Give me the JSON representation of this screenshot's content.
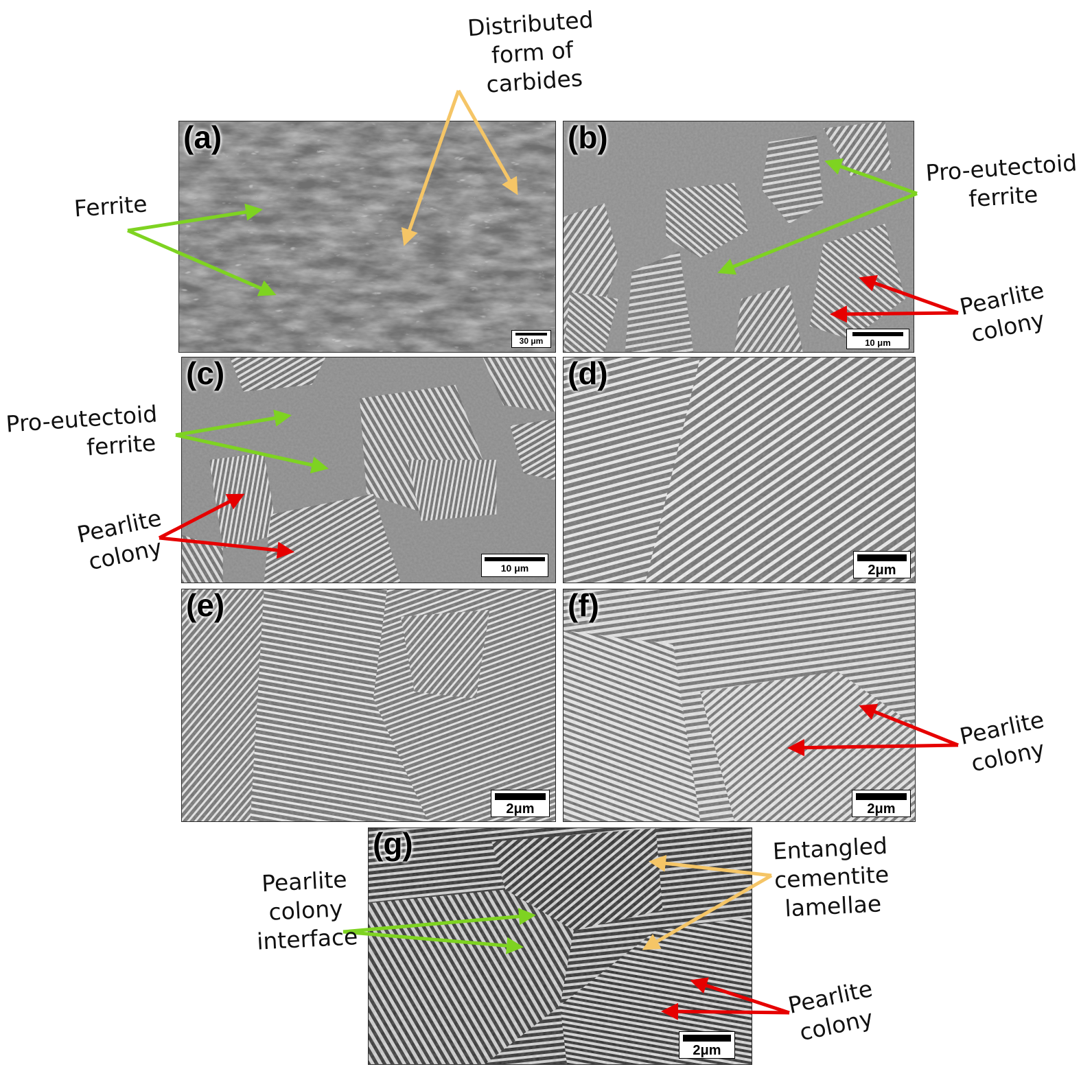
{
  "panels": {
    "a": {
      "label": "(a)",
      "scale": "30 μm"
    },
    "b": {
      "label": "(b)",
      "scale": "10 μm"
    },
    "c": {
      "label": "(c)",
      "scale": "10 μm"
    },
    "d": {
      "label": "(d)",
      "scale": "2μm"
    },
    "e": {
      "label": "(e)",
      "scale": "2μm"
    },
    "f": {
      "label": "(f)",
      "scale": "2μm"
    },
    "g": {
      "label": "(g)",
      "scale": "2μm"
    }
  },
  "annotations": {
    "carbides": {
      "line1": "Distributed",
      "line2": "form of",
      "line3": "carbides"
    },
    "ferrite_a": {
      "line1": "Ferrite"
    },
    "proeutectoid_b": {
      "line1": "Pro-eutectoid",
      "line2": "ferrite"
    },
    "pearlite_b": {
      "line1": "Pearlite",
      "line2": "colony"
    },
    "proeutectoid_c": {
      "line1": "Pro-eutectoid",
      "line2": "ferrite"
    },
    "pearlite_c": {
      "line1": "Pearlite",
      "line2": "colony"
    },
    "pearlite_f": {
      "line1": "Pearlite",
      "line2": "colony"
    },
    "entangled_g": {
      "line1": "Entangled",
      "line2": "cementite",
      "line3": "lamellae"
    },
    "interface_g": {
      "line1": "Pearlite",
      "line2": "colony",
      "line3": "interface"
    },
    "pearlite_g": {
      "line1": "Pearlite",
      "line2": "colony"
    }
  },
  "colors": {
    "green_arrow": "#7ed321",
    "red_arrow": "#e60000",
    "yellow_arrow": "#f5c566"
  }
}
